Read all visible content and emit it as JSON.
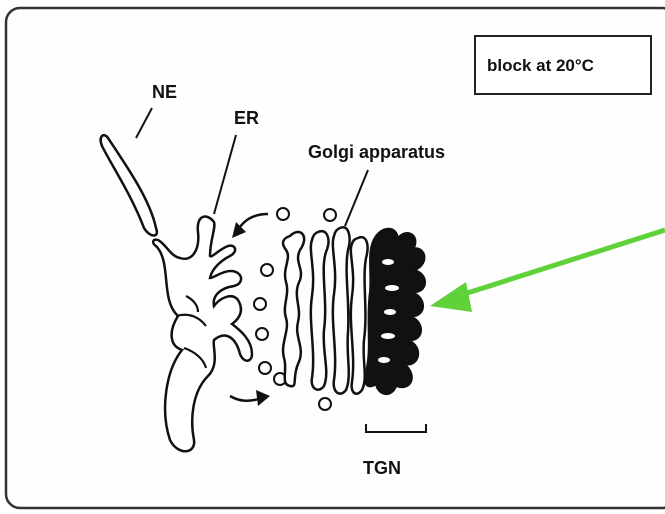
{
  "figure": {
    "condition_box": "block at 20°C",
    "labels": {
      "ne": "NE",
      "er": "ER",
      "golgi": "Golgi apparatus",
      "tgn": "TGN"
    }
  },
  "colors": {
    "ink": "#111111",
    "arrow": "#5fd23a",
    "frame": "#333333"
  },
  "icons": [
    "vesicle-icon",
    "transport-arrow-icon",
    "highlight-arrow-icon"
  ]
}
